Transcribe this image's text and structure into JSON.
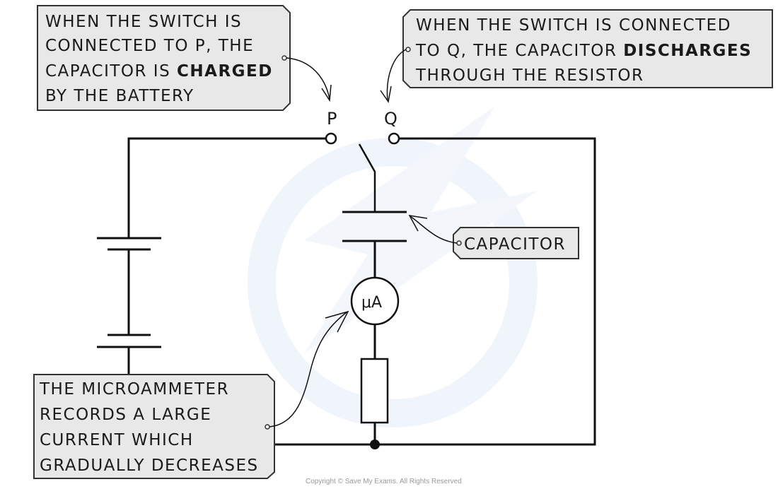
{
  "diagram": {
    "title": "Capacitor charging and discharging circuit",
    "labels": {
      "charge_box": {
        "lines": [
          [
            {
              "text": "WHEN  THE  SWITCH  IS",
              "bold": false
            }
          ],
          [
            {
              "text": "CONNECTED  TO  P,  THE",
              "bold": false
            }
          ],
          [
            {
              "text": "CAPACITOR  IS ",
              "bold": false
            },
            {
              "text": "CHARGED",
              "bold": true
            }
          ],
          [
            {
              "text": "BY  THE  BATTERY",
              "bold": false
            }
          ]
        ]
      },
      "discharge_box": {
        "lines": [
          [
            {
              "text": "WHEN  THE  SWITCH  IS  CONNECTED",
              "bold": false
            }
          ],
          [
            {
              "text": "TO  Q, THE  CAPACITOR ",
              "bold": false
            },
            {
              "text": "DISCHARGES",
              "bold": true
            }
          ],
          [
            {
              "text": "THROUGH  THE  RESISTOR",
              "bold": false
            }
          ]
        ]
      },
      "capacitor_box": {
        "lines": [
          [
            {
              "text": "CAPACITOR",
              "bold": false
            }
          ]
        ]
      },
      "microammeter_box": {
        "lines": [
          [
            {
              "text": "THE  MICROAMMETER",
              "bold": false
            }
          ],
          [
            {
              "text": "RECORDS  A  LARGE",
              "bold": false
            }
          ],
          [
            {
              "text": "CURRENT  WHICH",
              "bold": false
            }
          ],
          [
            {
              "text": "GRADUALLY  DECREASES",
              "bold": false
            }
          ]
        ]
      }
    },
    "terminals": {
      "p": "P",
      "q": "Q"
    },
    "meter_symbol": "μA",
    "components": [
      "battery",
      "two-way switch",
      "capacitor",
      "microammeter",
      "resistor"
    ],
    "copyright": "Copyright © Save My Exams. All Rights Reserved",
    "colors": {
      "line": "#111111",
      "label_fill": "#e8e8e8",
      "label_stroke": "#333333",
      "watermark": "#eef4fb"
    }
  }
}
